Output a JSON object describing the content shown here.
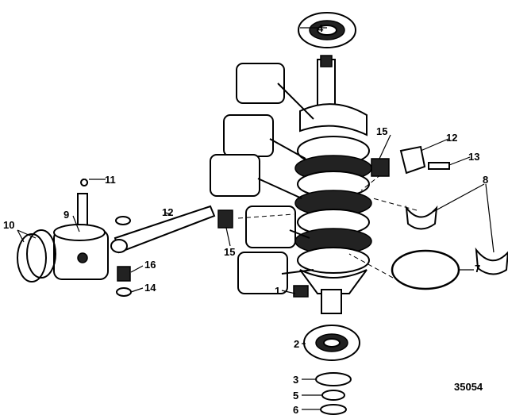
{
  "diagram": {
    "figure_number": "35054",
    "callouts": [
      "4",
      "15",
      "12",
      "13",
      "8",
      "11",
      "12",
      "9",
      "10",
      "16",
      "14",
      "15",
      "1",
      "7",
      "2",
      "3",
      "5",
      "6"
    ]
  }
}
